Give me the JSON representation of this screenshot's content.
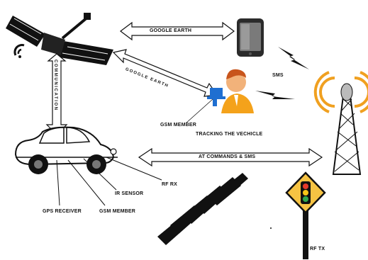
{
  "labels": {
    "google_earth": "GOOGLE EARTH",
    "communication": "COMMUNICATION",
    "google_link": "GOOGLE EARTH",
    "sms": "SMS",
    "gsm_member_top": "GSM MEMBER",
    "tracking": "TRACKING THE VECHICLE",
    "at_commands": "AT COMMANDS & SMS",
    "rf_rx": "RF RX",
    "ir_sensor": "IR SENSOR",
    "gps_receiver": "GPS RECEIVER",
    "gsm_member_bottom": "GSM MEMBER",
    "rf_tx": "RF TX"
  },
  "icons": {
    "satellite": "satellite-icon",
    "phone": "mobile-phone-icon",
    "user": "user-at-computer-icon",
    "tower": "cell-tower-icon",
    "car": "car-icon",
    "traffic_light": "traffic-light-icon",
    "crossing": "zebra-crossing-icon",
    "sms_signal": "lightning-signal-icon"
  },
  "colors": {
    "line": "#111111",
    "arrow_fill": "#ffffff",
    "phone_body": "#2b2b2b",
    "screen": "#7a7a7a",
    "skin": "#f2b27a",
    "hair": "#c8551c",
    "shirt": "#f4a21b",
    "monitor": "#1f6fd1",
    "signal": "#f0a020",
    "light_red": "#e53a2b",
    "light_yellow": "#f5c518",
    "light_green": "#2fa84f",
    "sign_yellow": "#f6c343"
  }
}
